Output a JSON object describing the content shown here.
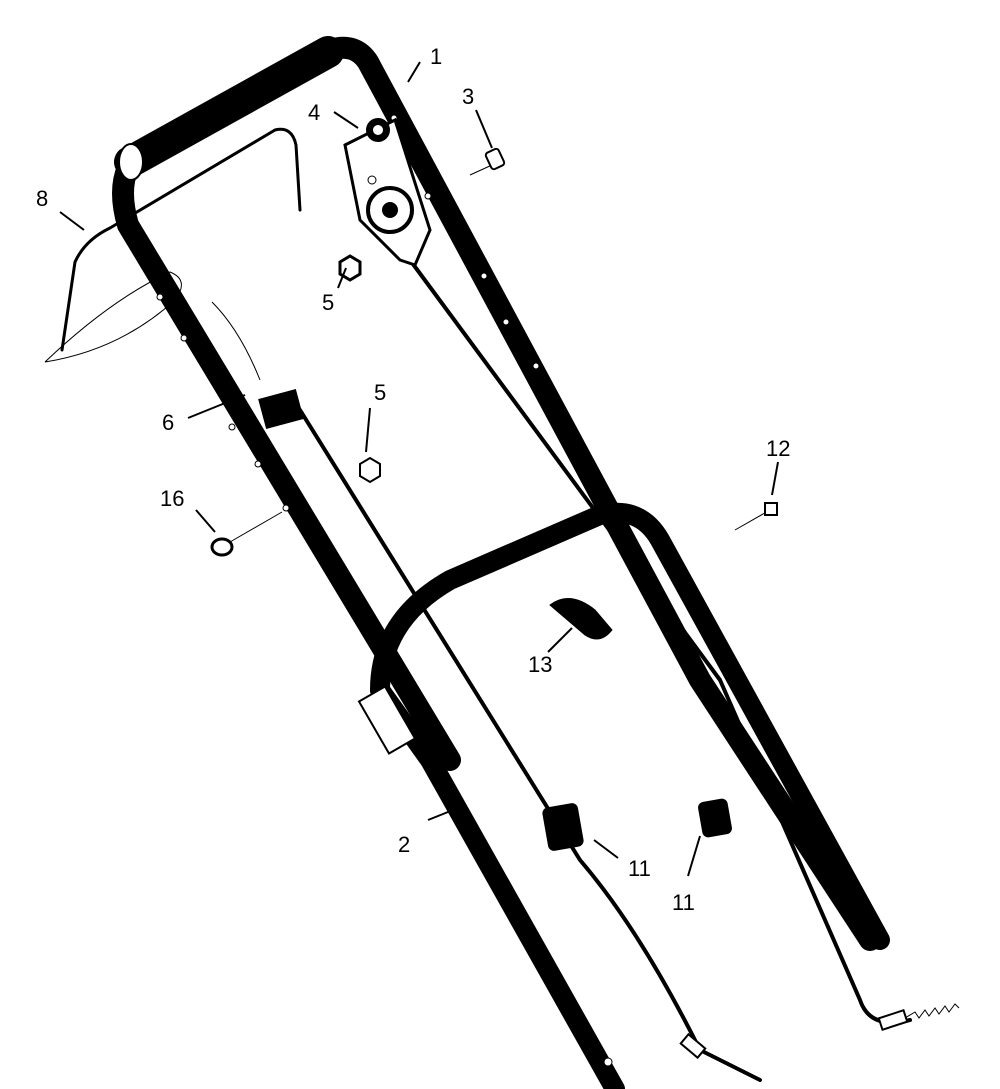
{
  "diagram": {
    "callouts": [
      {
        "id": "c1",
        "label": "1"
      },
      {
        "id": "c2",
        "label": "2"
      },
      {
        "id": "c3",
        "label": "3"
      },
      {
        "id": "c4",
        "label": "4"
      },
      {
        "id": "c5a",
        "label": "5"
      },
      {
        "id": "c5b",
        "label": "5"
      },
      {
        "id": "c6",
        "label": "6"
      },
      {
        "id": "c8",
        "label": "8"
      },
      {
        "id": "c11a",
        "label": "11"
      },
      {
        "id": "c11b",
        "label": "11"
      },
      {
        "id": "c12",
        "label": "12"
      },
      {
        "id": "c13",
        "label": "13"
      },
      {
        "id": "c16",
        "label": "16"
      }
    ]
  },
  "colors": {
    "ink": "#000000",
    "paper": "#ffffff"
  }
}
